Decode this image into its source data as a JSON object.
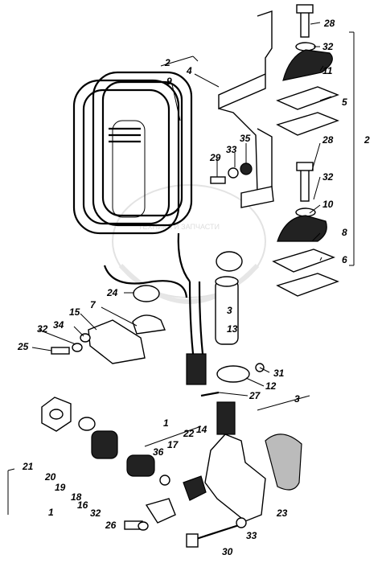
{
  "watermark": "ТЕХНИКА И ЗАПЧАСТИ",
  "labels": {
    "p1": "1",
    "p2": "2",
    "p3": "3",
    "p4": "4",
    "p5": "5",
    "p6": "6",
    "p7": "7",
    "p8": "8",
    "p9": "9",
    "p10": "10",
    "p11": "11",
    "p12": "12",
    "p13": "13",
    "p14": "14",
    "p15": "15",
    "p16": "16",
    "p17": "17",
    "p18": "18",
    "p19": "19",
    "p20": "20",
    "p21": "21",
    "p22": "22",
    "p23": "23",
    "p24": "24",
    "p25": "25",
    "p26": "26",
    "p27": "27",
    "p28": "28",
    "p29": "29",
    "p30": "30",
    "p31": "31",
    "p32": "32",
    "p33": "33",
    "p34": "34",
    "p35": "35",
    "p36": "36"
  }
}
